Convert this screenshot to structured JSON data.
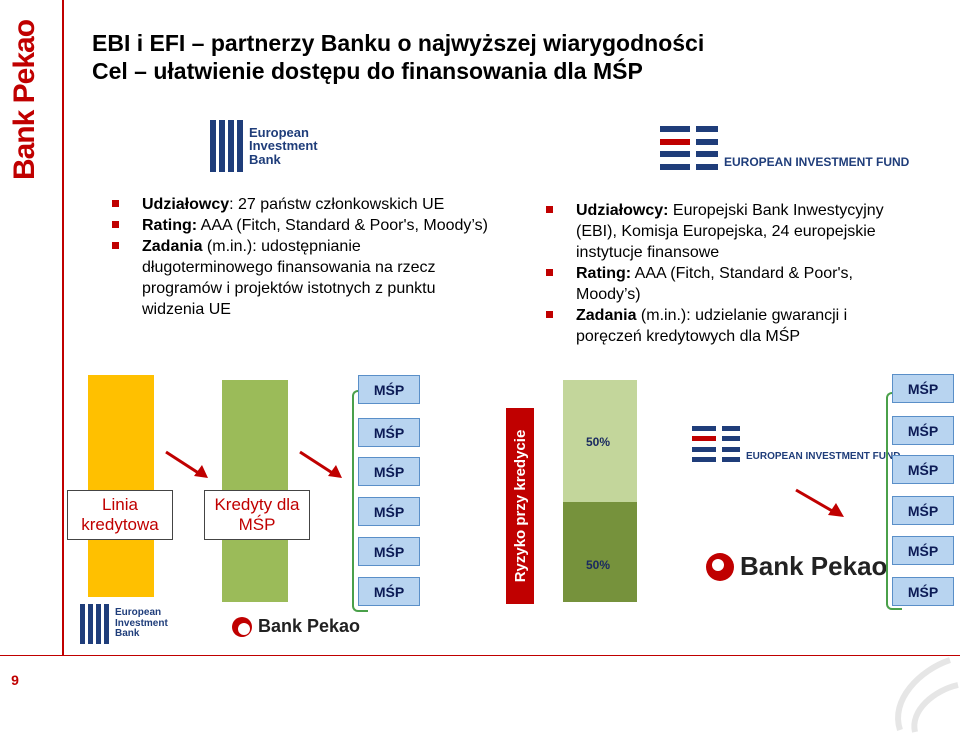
{
  "brand": {
    "name": "Bank Pekao",
    "accent": "#c00000"
  },
  "page_number": "9",
  "title": {
    "line1": "EBI i EFI – partnerzy Banku o najwyższej wiarygodności",
    "line2": "Cel – ułatwienie dostępu do finansowania dla MŚP"
  },
  "eib_logo": {
    "line1": "European",
    "line2": "Investment",
    "line3": "Bank"
  },
  "eif_logo": {
    "text": "EUROPEAN INVESTMENT FUND"
  },
  "left_info": [
    {
      "label": "Udziałowcy",
      "text": ": 27 państw członkowskich UE"
    },
    {
      "label": "Rating:",
      "text": " AAA (Fitch, Standard & Poor's, Moody’s)"
    },
    {
      "label": "Zadania",
      "text": " (m.in.): udostępnianie długoterminowego finansowania na rzecz programów i projektów istotnych z punktu widzenia UE"
    }
  ],
  "right_info": [
    {
      "label": "Udziałowcy:",
      "text": " Europejski Bank Inwestycyjny (EBI), Komisja Europejska, 24 europejskie instytucje finansowe"
    },
    {
      "label": "Rating:",
      "text": " AAA (Fitch, Standard & Poor's, Moody’s)"
    },
    {
      "label": "Zadania",
      "text": " (m.in.):  udzielanie gwarancji i poręczeń kredytowych dla MŚP"
    }
  ],
  "diagram": {
    "credit_line_label": "Linia kredytowa",
    "sme_loans_label": "Kredyty dla MŚP",
    "risk_label": "Ryzyko przy kredycie",
    "msp_label": "MŚP",
    "share_top": "50%",
    "share_bottom": "50%",
    "pekao_text": "Bank Pekao"
  },
  "colors": {
    "yellow": "#ffc000",
    "light_green": "#9bbb59",
    "dark_green": "#76923c",
    "pale_green": "#c3d69b",
    "msp_blue": "#b8d4f0"
  }
}
